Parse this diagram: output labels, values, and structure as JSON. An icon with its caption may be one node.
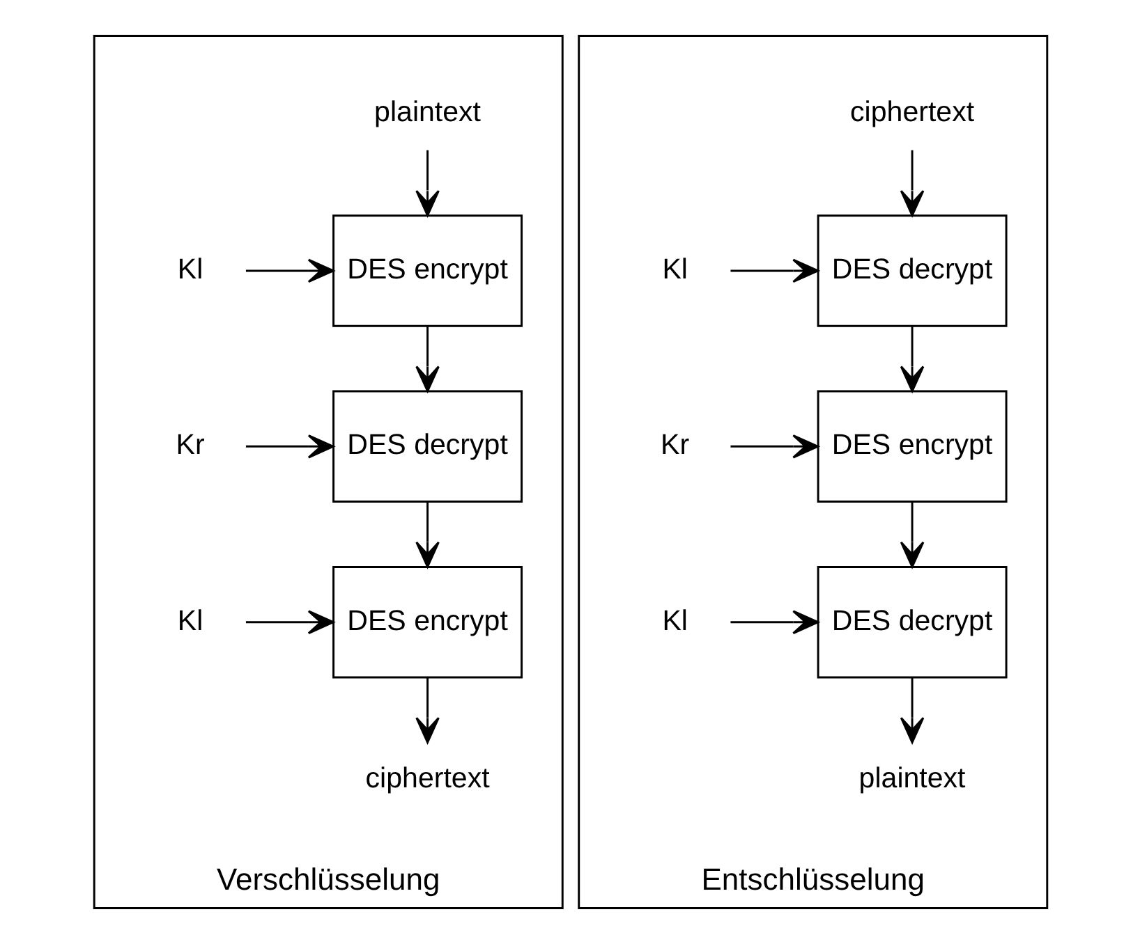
{
  "diagram": {
    "nodes": [
      {
        "text": [
          "Verschlüsselung"
        ]
      },
      {
        "text": [
          "plaintext"
        ],
        "in": 0
      },
      {
        "text": [
          "Kl"
        ],
        "in": 0
      },
      {
        "text": [
          "DES encrypt"
        ],
        "in": 0
      },
      {
        "text": [
          "Kr"
        ],
        "in": 0
      },
      {
        "text": [
          "DES decrypt"
        ],
        "in": 0
      },
      {
        "text": [
          "Kl"
        ],
        "in": 0
      },
      {
        "text": [
          "DES encrypt"
        ],
        "in": 0
      },
      {
        "text": [
          "ciphertext"
        ],
        "in": 0
      },
      {
        "text": [
          "Entschlüsselung"
        ]
      },
      {
        "text": [
          "ciphertext"
        ],
        "in": 9
      },
      {
        "text": [
          "Kl"
        ],
        "in": 9
      },
      {
        "text": [
          "DES decrypt"
        ],
        "in": 9
      },
      {
        "text": [
          "Kr"
        ],
        "in": 9
      },
      {
        "text": [
          "DES encrypt"
        ],
        "in": 9
      },
      {
        "text": [
          "Kl"
        ],
        "in": 9
      },
      {
        "text": [
          "DES decrypt"
        ],
        "in": 9
      },
      {
        "text": [
          "plaintext"
        ],
        "in": 9
      }
    ],
    "edges": [
      {
        "from": 1,
        "to": 3,
        "arrow": "to"
      },
      {
        "from": 2,
        "to": 3,
        "arrow": "to"
      },
      {
        "from": 3,
        "to": 5,
        "arrow": "to"
      },
      {
        "from": 4,
        "to": 5,
        "arrow": "to"
      },
      {
        "from": 5,
        "to": 7,
        "arrow": "to"
      },
      {
        "from": 6,
        "to": 7,
        "arrow": "to"
      },
      {
        "from": 7,
        "to": 8,
        "arrow": "to"
      },
      {
        "from": 10,
        "to": 12,
        "arrow": "to"
      },
      {
        "from": 11,
        "to": 12,
        "arrow": "to"
      },
      {
        "from": 12,
        "to": 14,
        "arrow": "to"
      },
      {
        "from": 13,
        "to": 14,
        "arrow": "to"
      },
      {
        "from": 14,
        "to": 16,
        "arrow": "to"
      },
      {
        "from": 15,
        "to": 16,
        "arrow": "to"
      },
      {
        "from": 16,
        "to": 17,
        "arrow": "to"
      }
    ]
  }
}
